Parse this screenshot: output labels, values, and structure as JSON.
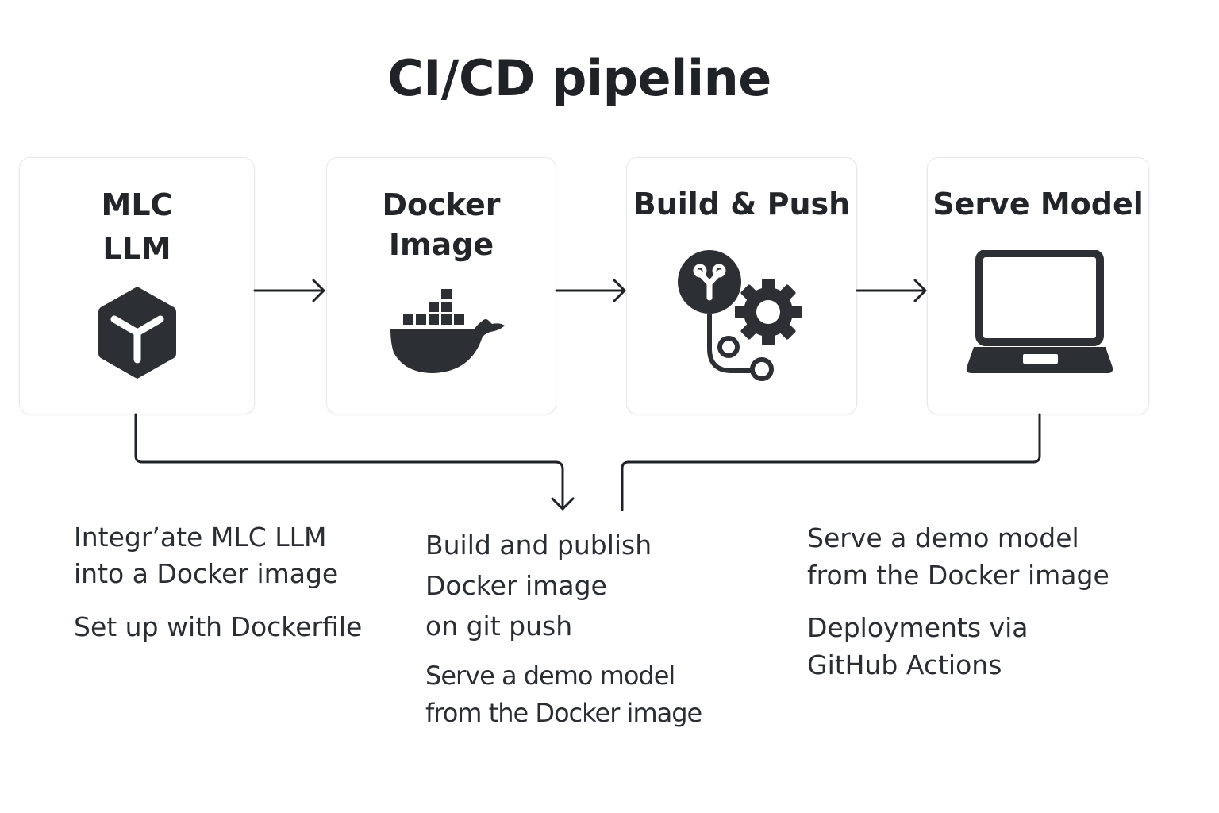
{
  "title": "CI/CD pipeline",
  "stages": [
    {
      "title": "MLC\nLLM",
      "icon": "cube-icon"
    },
    {
      "title": "Docker\nImage",
      "icon": "docker-whale-icon"
    },
    {
      "title": "Build & Push",
      "icon": "git-gear-icon"
    },
    {
      "title": "Serve Model",
      "icon": "laptop-icon"
    }
  ],
  "descriptions": {
    "left": {
      "main": "Integr’ate MLC LLM\ninto a Docker image",
      "sub": "Set up with Dockerfile"
    },
    "center": {
      "main": "Build and publish\nDocker image\non git push",
      "sub": "Serve a demo model\nfrom the Docker image"
    },
    "right": {
      "main": "Serve a demo model\nfrom the Docker image",
      "sub": "Deployments via\nGitHub Actions"
    }
  },
  "colors": {
    "icon": "#2c3035",
    "line": "#1f2328",
    "card_border": "#e6e8ea"
  }
}
